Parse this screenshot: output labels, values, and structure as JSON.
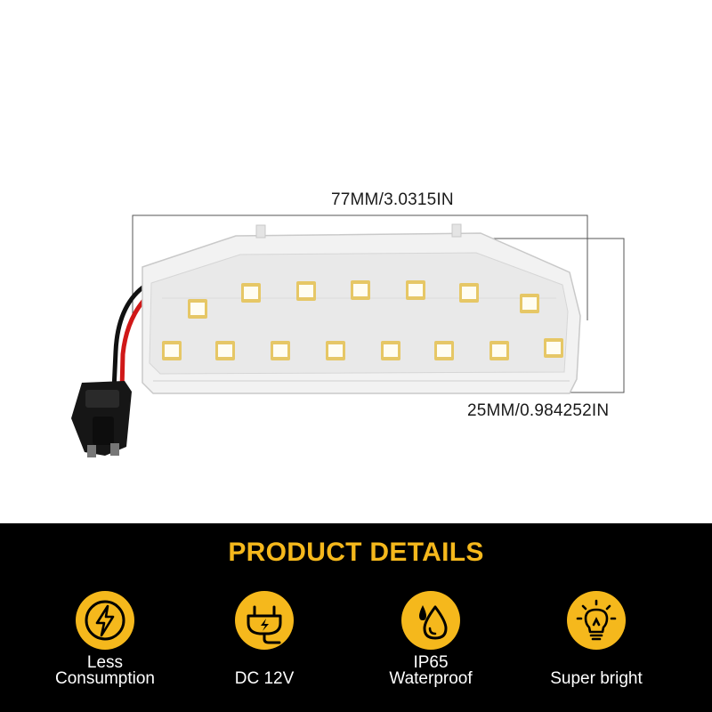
{
  "dimensions": {
    "width_label": "77MM/3.0315IN",
    "height_label": "25MM/0.984252IN"
  },
  "product_details": {
    "title": "PRODUCT DETAILS",
    "accent_color": "#f5b81c",
    "features": [
      {
        "icon": "lightning-icon",
        "label": "Less\nConsumption"
      },
      {
        "icon": "power-plug-icon",
        "label": "DC 12V"
      },
      {
        "icon": "water-drops-icon",
        "label": "IP65\nWaterproof"
      },
      {
        "icon": "light-bulb-icon",
        "label": "Super bright"
      }
    ]
  }
}
